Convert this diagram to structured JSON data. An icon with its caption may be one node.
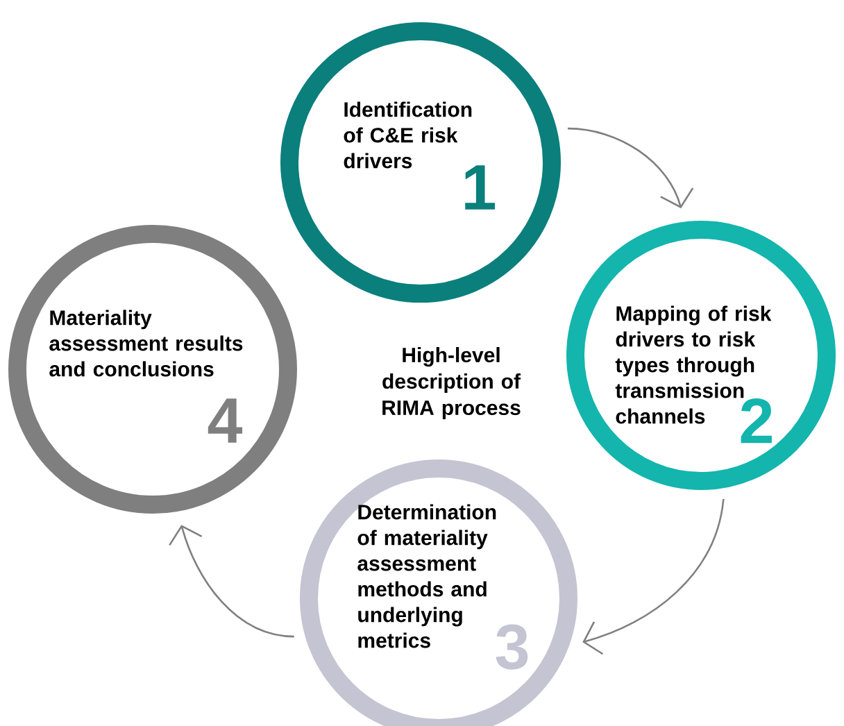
{
  "diagram": {
    "nodes": [
      {
        "text": [
          "Identification of C&E risk drivers",
          "1"
        ]
      },
      {
        "text": [
          "Mapping of risk drivers to risk types through transmission channels",
          "2"
        ]
      },
      {
        "text": [
          "Determination of materiality assessment methods and underlying metrics",
          "3"
        ]
      },
      {
        "text": [
          "Materiality assessment results and conclusions",
          "4"
        ]
      }
    ],
    "edges": [
      {
        "from": 0,
        "to": 1,
        "arrow": "to"
      },
      {
        "from": 1,
        "to": 2,
        "arrow": "to"
      },
      {
        "from": 2,
        "to": 3,
        "arrow": "to"
      }
    ],
    "labels": [
      "High-level description of RIMA process"
    ]
  }
}
